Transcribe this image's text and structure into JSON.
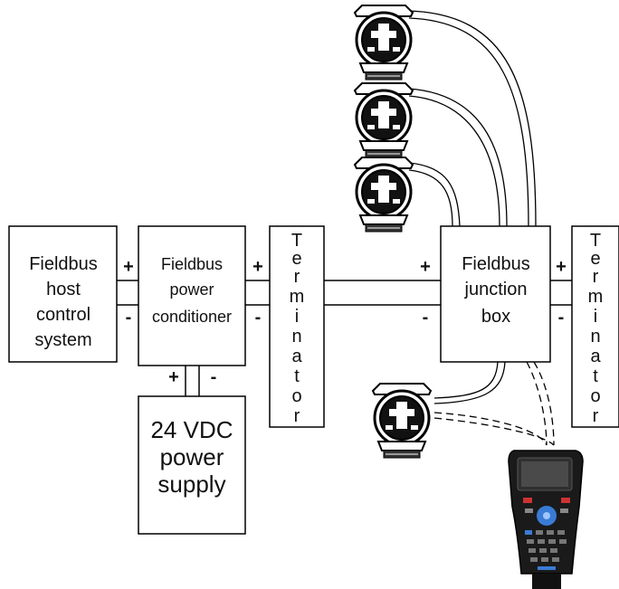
{
  "diagram": {
    "host": {
      "lines": [
        "Fieldbus",
        "host",
        "control",
        "system"
      ]
    },
    "conditioner": {
      "lines": [
        "Fieldbus",
        "power",
        "conditioner"
      ]
    },
    "supply": {
      "lines": [
        "24 VDC",
        "power",
        "supply"
      ]
    },
    "terminator_left": {
      "letters": [
        "T",
        "e",
        "r",
        "m",
        "i",
        "n",
        "a",
        "t",
        "o",
        "r"
      ]
    },
    "terminator_right": {
      "letters": [
        "T",
        "e",
        "r",
        "m",
        "i",
        "n",
        "a",
        "t",
        "o",
        "r"
      ]
    },
    "junction": {
      "lines": [
        "Fieldbus",
        "junction",
        "box"
      ]
    },
    "signs": {
      "host_plus": "+",
      "host_minus": "-",
      "cond_plus": "+",
      "cond_minus": "-",
      "supply_plus": "+",
      "supply_minus": "-",
      "jb_left_plus": "+",
      "jb_left_minus": "-",
      "jb_right_plus": "+",
      "jb_right_minus": "-"
    },
    "icons": [
      "transmitter-icon",
      "transmitter-icon",
      "transmitter-icon",
      "transmitter-icon",
      "handheld-communicator-icon"
    ]
  }
}
